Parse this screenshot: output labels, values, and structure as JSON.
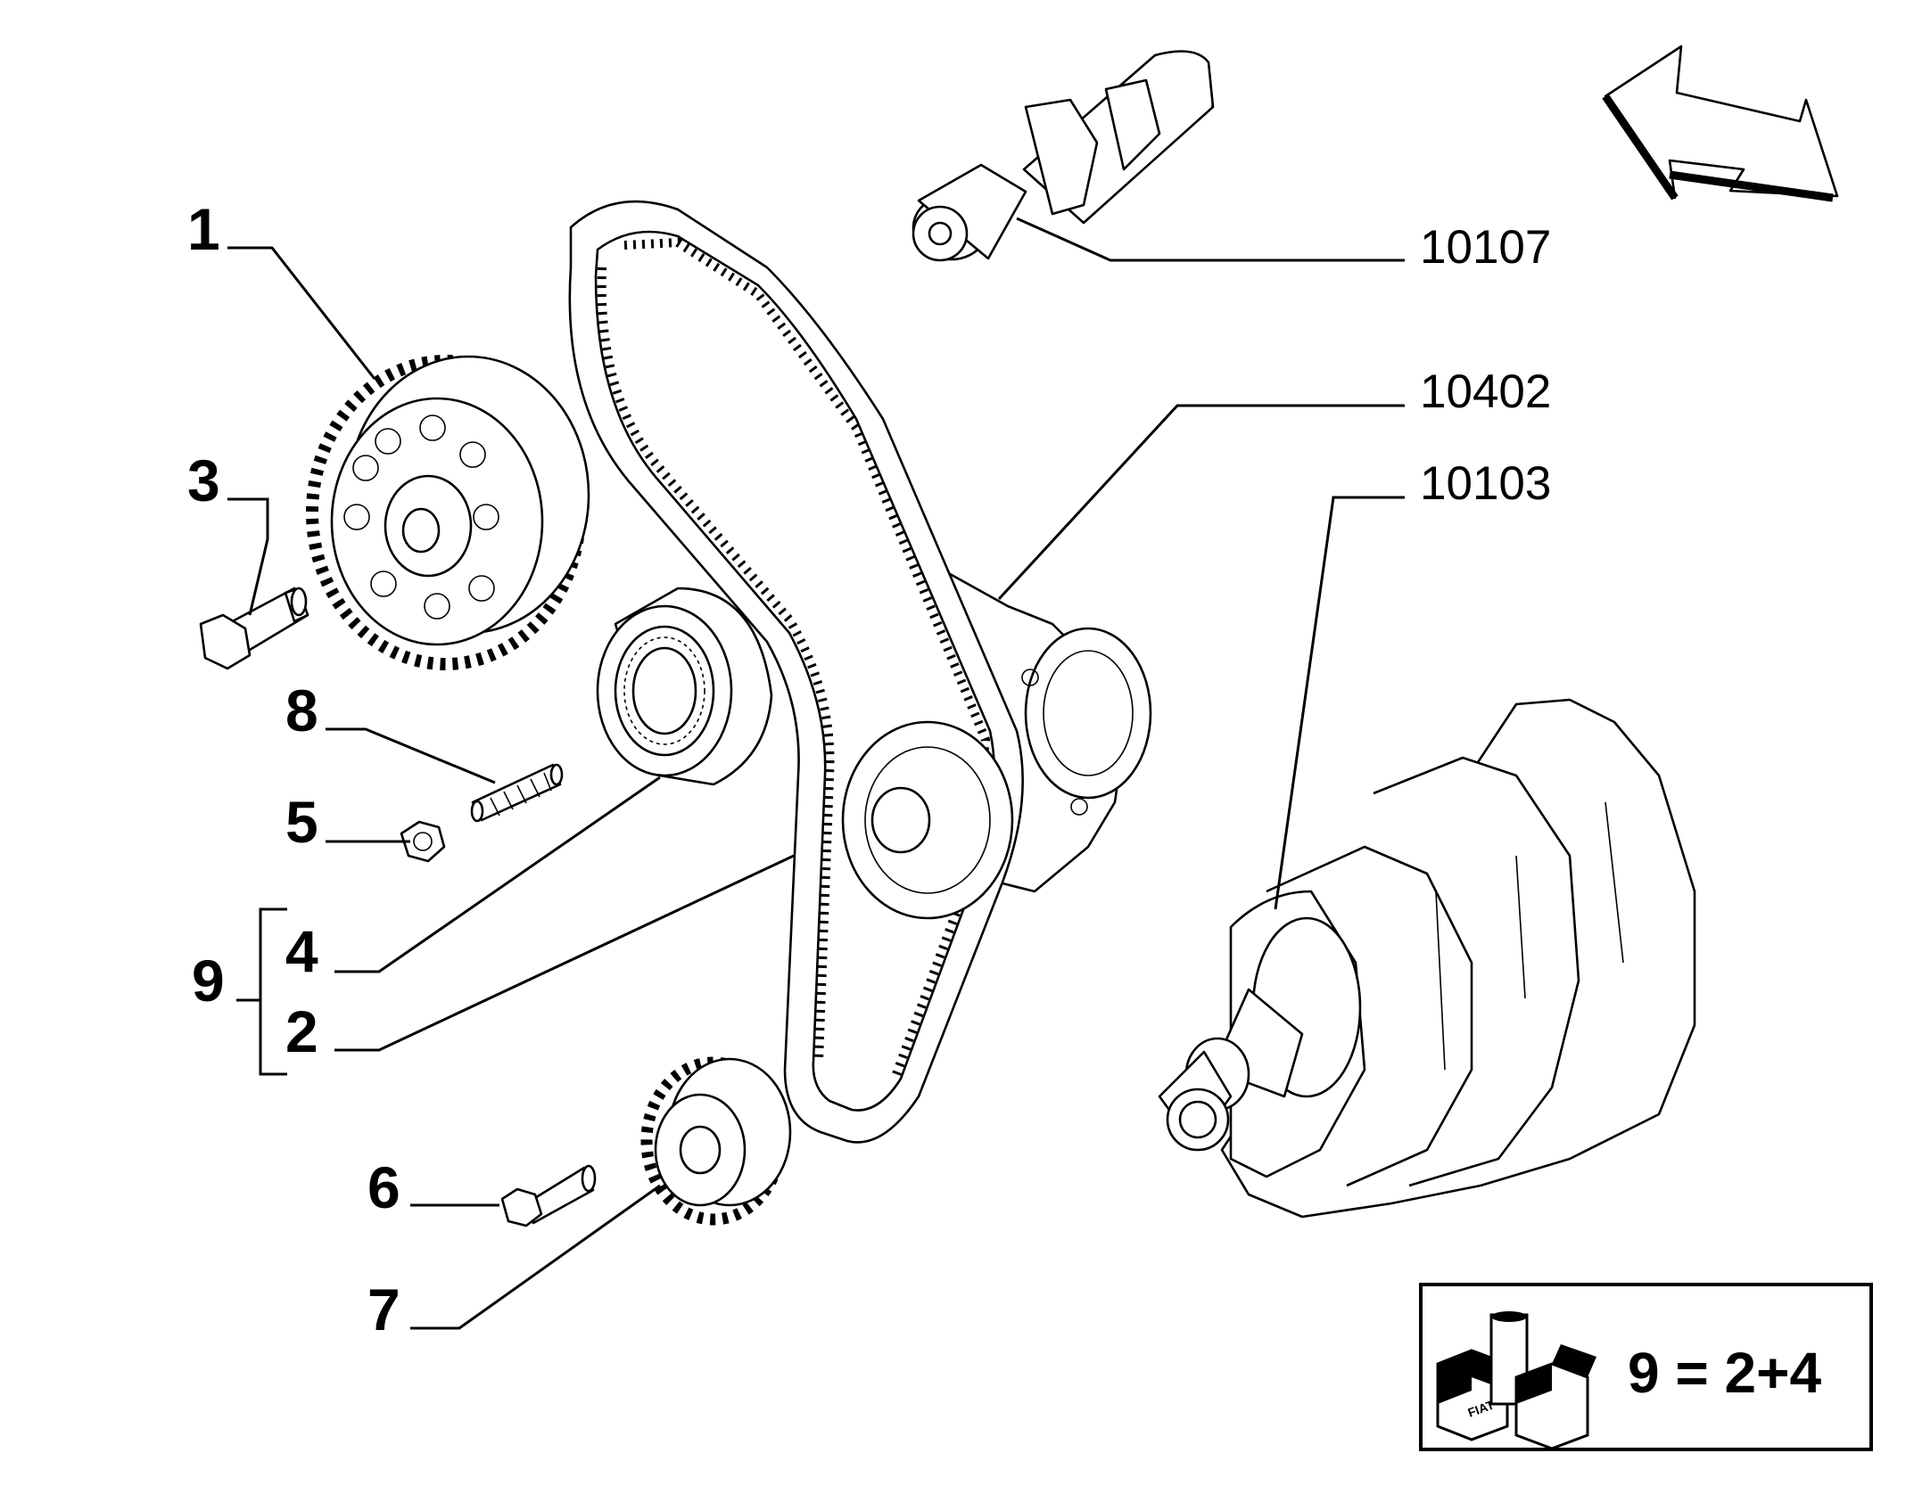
{
  "callouts": {
    "c1": "1",
    "c3": "3",
    "c8": "8",
    "c5": "5",
    "c9": "9",
    "c4": "4",
    "c2": "2",
    "c6": "6",
    "c7": "7"
  },
  "references": {
    "r10107": "10107",
    "r10402": "10402",
    "r10103": "10103"
  },
  "legend": {
    "formula": "9 = 2+4",
    "box_label": "FIAT"
  },
  "icons": [
    "direction-arrow-icon",
    "kit-boxes-icon"
  ]
}
